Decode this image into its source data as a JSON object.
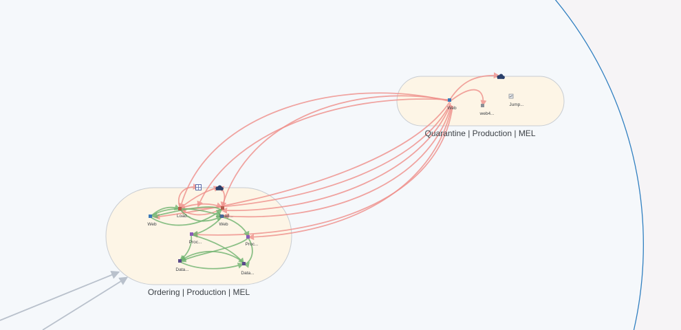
{
  "colors": {
    "background": "#f5f8fb",
    "region_fill": "#f6f4f6",
    "region_stroke": "#2f7fc0",
    "group_fill": "#fdf5e6",
    "group_stroke": "#c7ccd2",
    "edge_red": "#ef8f8a",
    "edge_green": "#6fb36f",
    "edge_gray": "#b9c1cc"
  },
  "groups": {
    "ordering": {
      "label": "Ordering | Production | MEL"
    },
    "quarantine": {
      "label": "Quarantine | Production | MEL"
    }
  },
  "nodes": {
    "ord_web": {
      "label": "Web",
      "color": "#3a78b8",
      "icon": "square-icon"
    },
    "ord_load1": {
      "label": "Load...",
      "color": "#b25c4c",
      "icon": "square-icon"
    },
    "ord_load2": {
      "label": "Load...",
      "color": "#b25c4c",
      "icon": "square-icon"
    },
    "ord_web2": {
      "label": "Web",
      "color": "#4a6a9a",
      "icon": "square-icon"
    },
    "ord_proc1": {
      "label": "Proc...",
      "color": "#8a5cb8",
      "icon": "square-icon"
    },
    "ord_proc2": {
      "label": "Proc...",
      "color": "#8a5cb8",
      "icon": "square-icon"
    },
    "ord_data1": {
      "label": "Data...",
      "color": "#5a4a8a",
      "icon": "square-icon"
    },
    "ord_data2": {
      "label": "Data...",
      "color": "#5a4a8a",
      "icon": "square-icon"
    },
    "q_web": {
      "label": "Web",
      "color": "#3a78b8",
      "icon": "square-icon"
    },
    "q_web4": {
      "label": "web4...",
      "color": "#8a8f96",
      "icon": "square-icon"
    },
    "q_jump": {
      "label": "Jump...",
      "color": "#8a8f96",
      "icon": "server-icon"
    }
  },
  "icons": {
    "cloud_quarantine": {
      "icon": "cloud-icon",
      "color": "#2a3f6a"
    },
    "cloud_ordering": {
      "icon": "cloud-icon",
      "color": "#2a3f6a"
    },
    "grid_ordering": {
      "icon": "grid-icon",
      "color": "#5a6aa8"
    }
  }
}
